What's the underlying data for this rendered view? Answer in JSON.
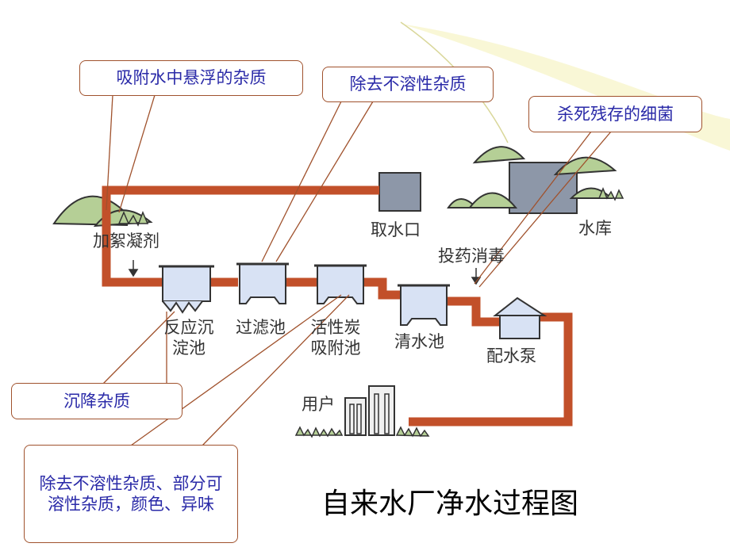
{
  "colors": {
    "pipe": "#c2502a",
    "tank_fill": "#d8e2f4",
    "tank_stroke": "#333333",
    "hill_fill": "#b5cf96",
    "callout_border": "#a0522d",
    "callout_text": "#2a2aa8",
    "reservoir_fill": "#8d97a8",
    "intake_fill": "#8d97a8"
  },
  "callouts": {
    "adsorb": "吸附水中悬浮的杂质",
    "remove_insoluble": "除去不溶性杂质",
    "kill_bacteria": "杀死残存的细菌",
    "settle": "沉降杂质",
    "activated_carbon": "除去不溶性杂质、部分可溶性杂质，颜色、异味"
  },
  "labels": {
    "flocculant": "加絮凝剂",
    "intake": "取水口",
    "reservoir": "水库",
    "disinfect": "投药消毒",
    "sedimentation": "反应沉淀池",
    "filter": "过滤池",
    "carbon": "活性炭吸附池",
    "clear_water": "清水池",
    "pump": "配水泵",
    "users": "用户"
  },
  "title": "自来水厂净水过程图",
  "icons": {
    "arrow": "arrow-down-icon",
    "house": "house-icon",
    "building": "building-icon",
    "tree": "tree-icon"
  }
}
